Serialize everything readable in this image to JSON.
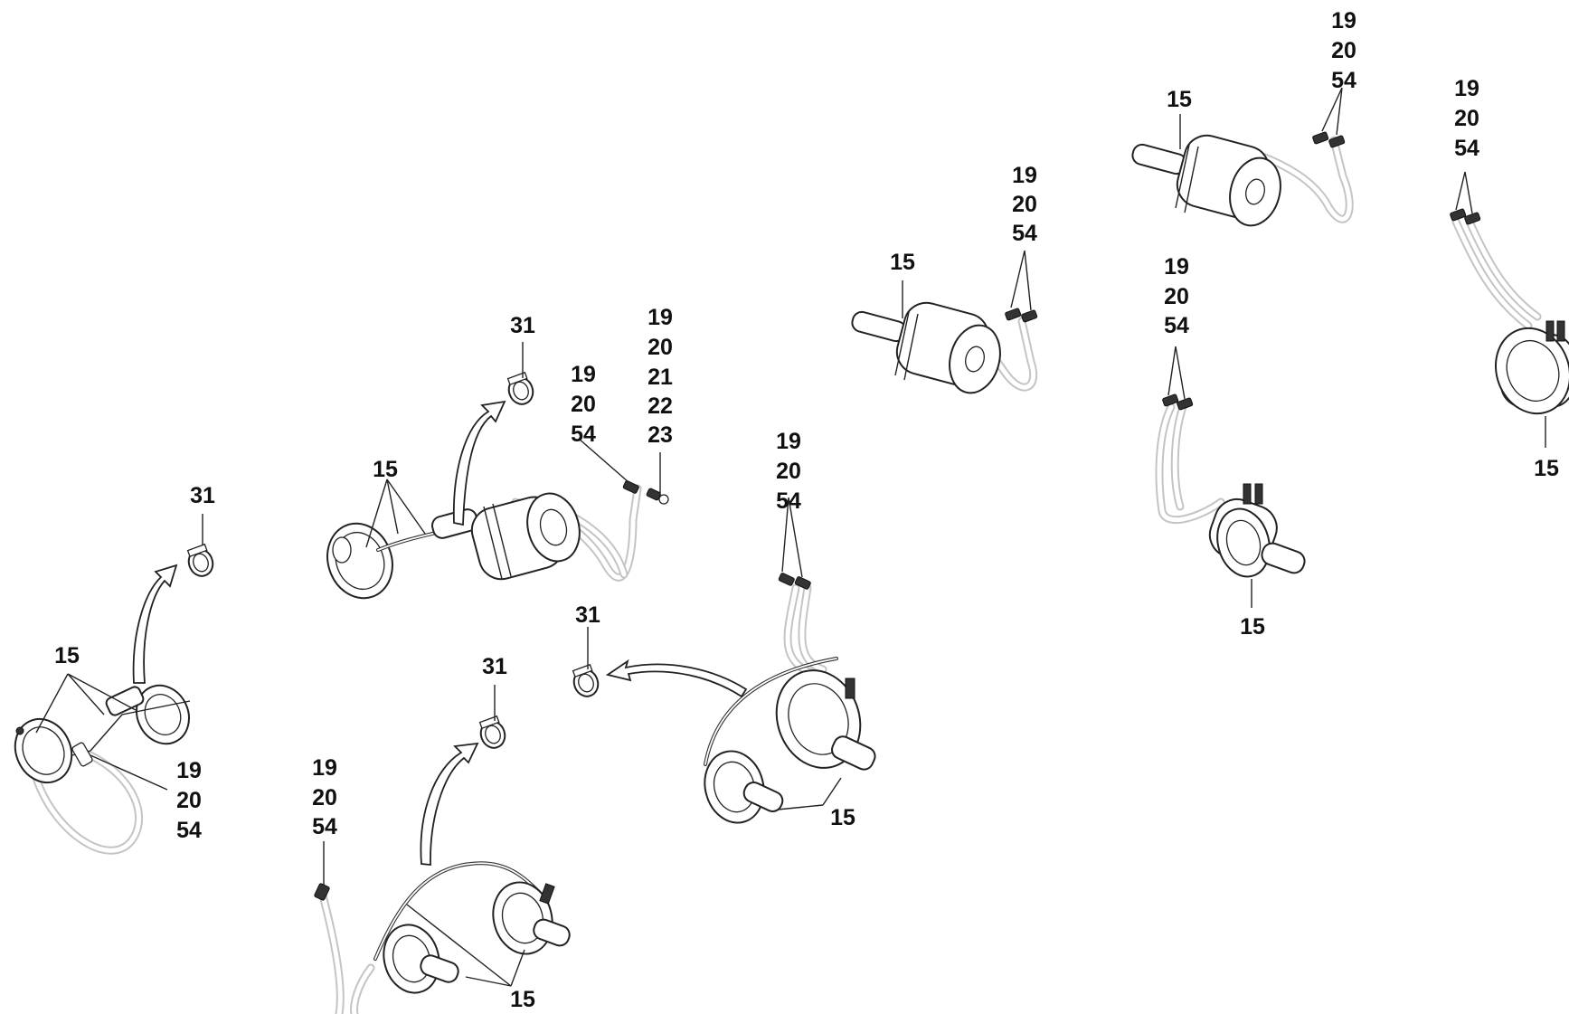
{
  "callouts": {
    "15": "15",
    "19": "19",
    "20": "20",
    "21": "21",
    "22": "22",
    "23": "23",
    "31": "31",
    "54": "54"
  }
}
